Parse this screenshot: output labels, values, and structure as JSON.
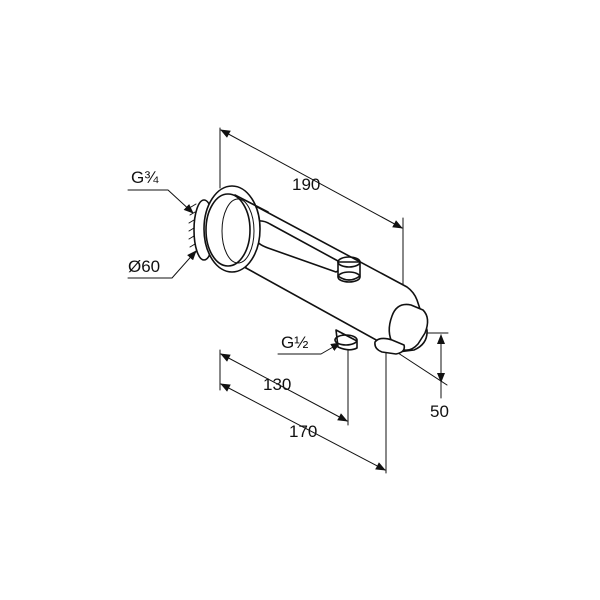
{
  "labels": {
    "thread_inlet": "G¾",
    "diameter": "Ø60",
    "length_total": "190",
    "thread_outlet": "G½",
    "length_130": "130",
    "length_170": "170",
    "height": "50"
  }
}
